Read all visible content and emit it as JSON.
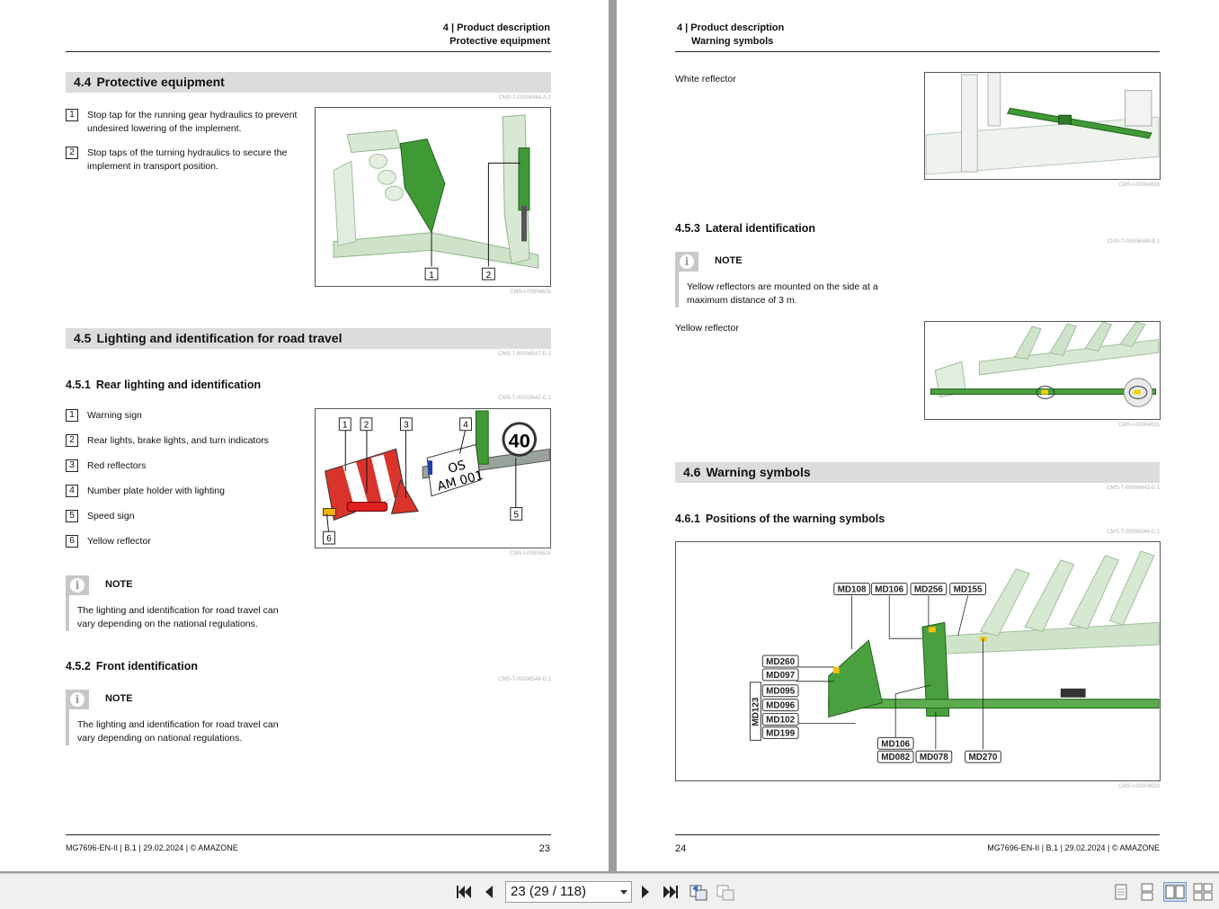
{
  "left_page": {
    "header_line1": "4 | Product description",
    "header_line2": "Protective equipment",
    "sec44": {
      "num": "4.4",
      "title": "Protective equipment",
      "ref": "CMS-T-00006484-A.1"
    },
    "sec44_items": [
      {
        "n": "1",
        "text": "Stop tap for the running gear hydraulics to prevent undesired lowering of the implement."
      },
      {
        "n": "2",
        "text": "Stop taps of the turning hydraulics to secure the implement in transport position."
      }
    ],
    "fig1_ref": "CMS-I-00004628",
    "sec45": {
      "num": "4.5",
      "title": "Lighting and identification for road travel",
      "ref": "CMS-T-00006547-D.1"
    },
    "sec451": {
      "num": "4.5.1",
      "title": "Rear lighting and identification",
      "ref": "CMS-T-00003642-C.1"
    },
    "sec451_items": [
      {
        "n": "1",
        "text": "Warning sign"
      },
      {
        "n": "2",
        "text": "Rear lights, brake lights, and turn indicators"
      },
      {
        "n": "3",
        "text": "Red reflectors"
      },
      {
        "n": "4",
        "text": "Number plate holder with lighting"
      },
      {
        "n": "5",
        "text": "Speed sign"
      },
      {
        "n": "6",
        "text": "Yellow reflector"
      }
    ],
    "fig2_ref": "CMS-I-00004524",
    "fig2_plate_line1": "OS",
    "fig2_plate_line2": "AM 001",
    "fig2_speed": "40",
    "note1": {
      "title": "NOTE",
      "body": "The lighting and identification for road travel can vary depending on the national regulations."
    },
    "sec452": {
      "num": "4.5.2",
      "title": "Front identification",
      "ref": "CMS-T-00006549-D.1"
    },
    "note2": {
      "title": "NOTE",
      "body": "The lighting and identification for road travel can vary depending on national regulations."
    },
    "footer": "MG7696-EN-II | B.1 | 29.02.2024 | © AMAZONE",
    "page_number": "23"
  },
  "right_page": {
    "header_line1": "4 | Product description",
    "header_line2": "Warning symbols",
    "white_reflector": "White reflector",
    "fig3_ref": "CMS-I-00004630",
    "sec453": {
      "num": "4.5.3",
      "title": "Lateral identification",
      "ref": "CMS-T-00006548-B.1"
    },
    "note3": {
      "title": "NOTE",
      "body": "Yellow reflectors are mounted on the side at a maximum distance of 3 m."
    },
    "yellow_reflector": "Yellow reflector",
    "fig4_ref": "CMS-I-00004631",
    "sec46": {
      "num": "4.6",
      "title": "Warning symbols",
      "ref": "CMS-T-00006843-D.1"
    },
    "sec461": {
      "num": "4.6.1",
      "title": "Positions of the warning symbols",
      "ref": "CMS-T-00006544-C.1"
    },
    "fig5_ref": "CMS-I-00004620",
    "fig5_tags": {
      "top": [
        "MD108",
        "MD106",
        "MD256",
        "MD155"
      ],
      "left": [
        "MD260",
        "MD097",
        "MD095",
        "MD096",
        "MD102",
        "MD199"
      ],
      "group": "MD123",
      "bottom": [
        "MD106",
        "MD082",
        "MD078",
        "MD270"
      ]
    },
    "footer": "MG7696-EN-II | B.1 | 29.02.2024 | © AMAZONE",
    "page_number": "24"
  },
  "toolbar": {
    "page_field": "23 (29 / 118)",
    "icons": [
      "first-page-icon",
      "previous-page-icon",
      "next-page-icon",
      "last-page-icon",
      "go-back-icon",
      "go-forward-icon",
      "single-page-view-icon",
      "continuous-view-icon",
      "facing-pages-view-icon",
      "continuous-facing-view-icon"
    ]
  },
  "colors": {
    "green": "#3f9a35",
    "light_green": "#b9d6b2",
    "section_bar": "#dcdcdc"
  }
}
